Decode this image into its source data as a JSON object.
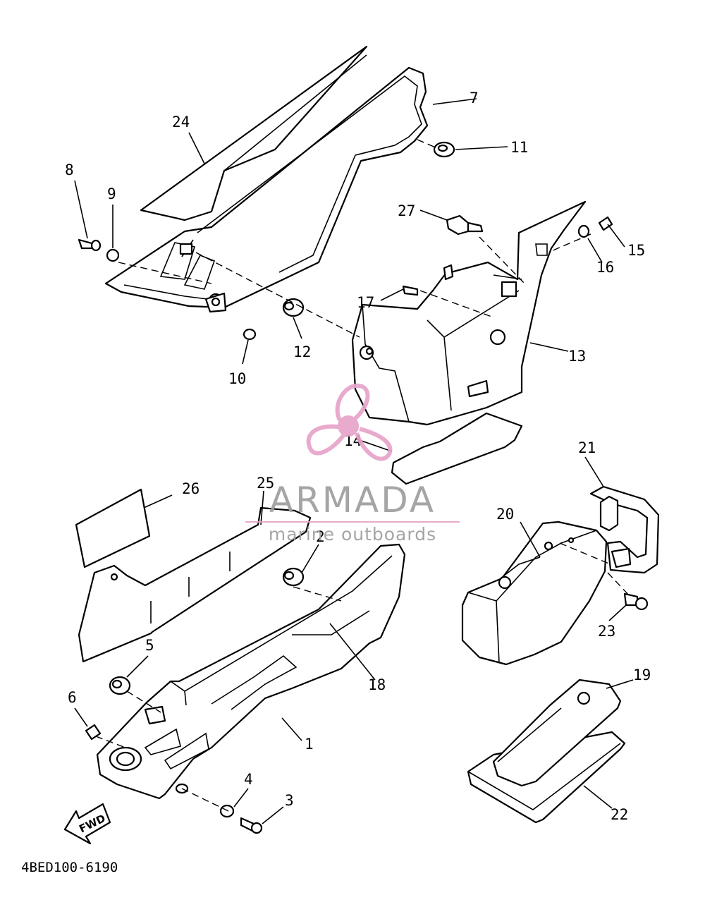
{
  "diagram": {
    "drawing_code": "4BED100-6190",
    "fwd_label": "FWD",
    "callouts": [
      {
        "id": "c1",
        "label": "1"
      },
      {
        "id": "c2",
        "label": "2"
      },
      {
        "id": "c3",
        "label": "3"
      },
      {
        "id": "c4",
        "label": "4"
      },
      {
        "id": "c5",
        "label": "5"
      },
      {
        "id": "c6",
        "label": "6"
      },
      {
        "id": "c7",
        "label": "7"
      },
      {
        "id": "c8",
        "label": "8"
      },
      {
        "id": "c9",
        "label": "9"
      },
      {
        "id": "c10",
        "label": "10"
      },
      {
        "id": "c11",
        "label": "11"
      },
      {
        "id": "c12",
        "label": "12"
      },
      {
        "id": "c13",
        "label": "13"
      },
      {
        "id": "c14",
        "label": "14"
      },
      {
        "id": "c15",
        "label": "15"
      },
      {
        "id": "c16",
        "label": "16"
      },
      {
        "id": "c17",
        "label": "17"
      },
      {
        "id": "c18",
        "label": "18"
      },
      {
        "id": "c19",
        "label": "19"
      },
      {
        "id": "c20",
        "label": "20"
      },
      {
        "id": "c21",
        "label": "21"
      },
      {
        "id": "c22",
        "label": "22"
      },
      {
        "id": "c23",
        "label": "23"
      },
      {
        "id": "c24",
        "label": "24"
      },
      {
        "id": "c25",
        "label": "25"
      },
      {
        "id": "c26",
        "label": "26"
      },
      {
        "id": "c27",
        "label": "27"
      }
    ]
  },
  "watermark": {
    "brand": "ARMADA",
    "tagline": "marine outboards",
    "brand_color": "#9e9e9e",
    "logo_color": "#e7a3c9"
  }
}
